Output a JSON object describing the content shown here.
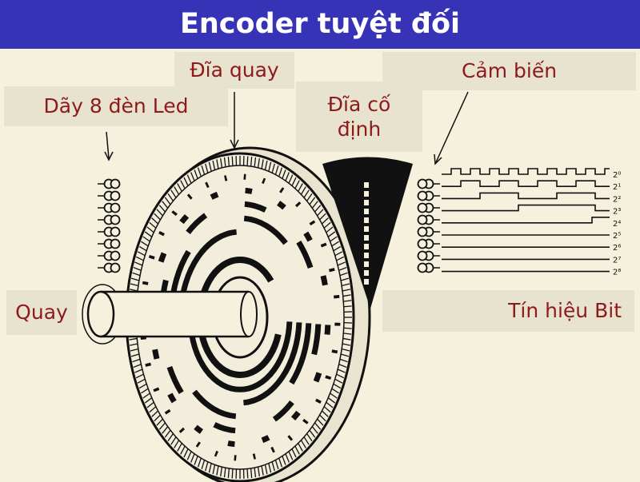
{
  "title": "Encoder tuyệt đối",
  "labels": {
    "led": "Dãy 8 đèn Led",
    "rotating_disk": "Đĩa quay",
    "fixed_disk_line1": "Đĩa cố",
    "fixed_disk_line2": "định",
    "sensor": "Cảm biến",
    "rotate": "Quay",
    "bit_signal": "Tín hiệu Bit"
  },
  "bit_labels": [
    "2⁰",
    "2¹",
    "2²",
    "2³",
    "2⁴",
    "2⁵",
    "2⁶",
    "2⁷",
    "2⁸"
  ],
  "colors": {
    "title_bg": "#3733b6",
    "title_text": "#ffffff",
    "label_text": "#8e1a1c",
    "label_bg": "#e8e3cf",
    "page_bg": "#f6f1dd",
    "ink": "#111111"
  }
}
